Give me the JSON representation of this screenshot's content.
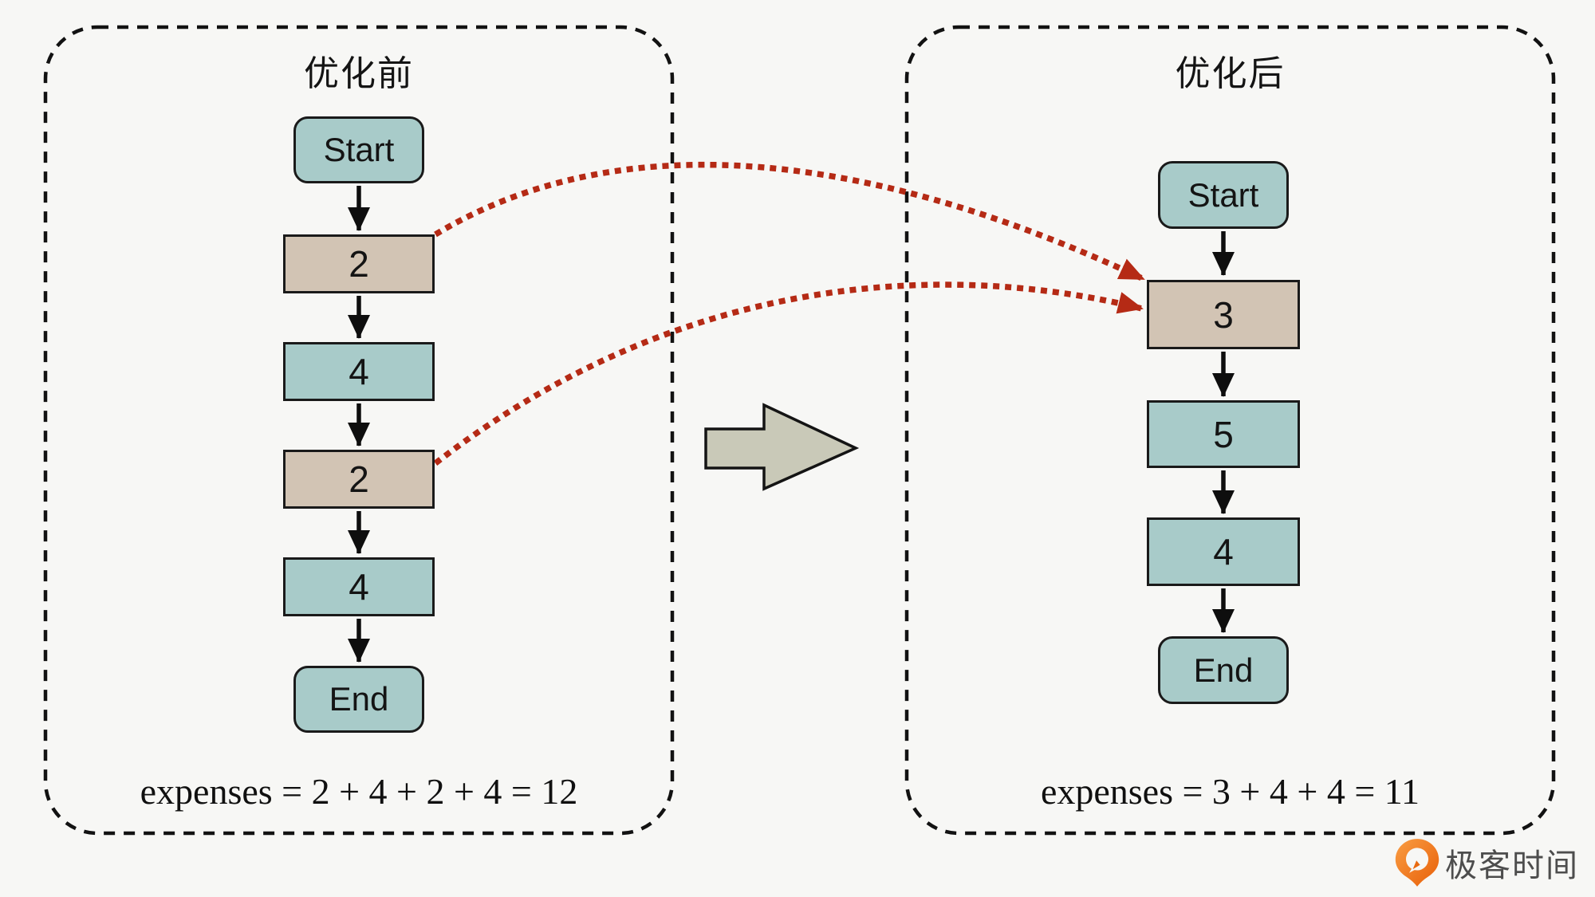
{
  "colors": {
    "background": "#f7f7f5",
    "node_teal": "#a8cbc9",
    "node_tan": "#d2c4b4",
    "outline": "#1a1a1a",
    "big_arrow_fill": "#c9c9b8",
    "red_dotted_arrow": "#b52a15",
    "watermark_orange": "#ee6f15",
    "watermark_text": "#4d4d4d"
  },
  "panel_before": {
    "title": "优化前",
    "nodes": [
      {
        "label": "Start",
        "kind": "terminal"
      },
      {
        "label": "2",
        "kind": "cost-highlight"
      },
      {
        "label": "4",
        "kind": "cost"
      },
      {
        "label": "2",
        "kind": "cost-highlight"
      },
      {
        "label": "4",
        "kind": "cost"
      },
      {
        "label": "End",
        "kind": "terminal"
      }
    ],
    "expenses": "expenses = 2 + 4 + 2 + 4 = 12"
  },
  "panel_after": {
    "title": "优化后",
    "nodes": [
      {
        "label": "Start",
        "kind": "terminal"
      },
      {
        "label": "3",
        "kind": "cost-highlight"
      },
      {
        "label": "5",
        "kind": "cost"
      },
      {
        "label": "4",
        "kind": "cost"
      },
      {
        "label": "End",
        "kind": "terminal"
      }
    ],
    "expenses": "expenses = 3 + 4 + 4 = 11"
  },
  "watermark": {
    "brand": "极客时间"
  }
}
